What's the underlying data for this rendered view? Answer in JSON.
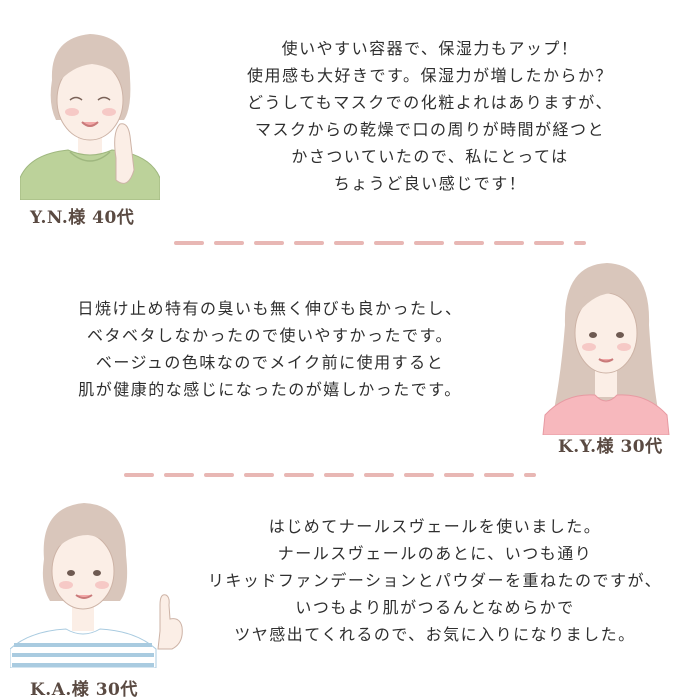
{
  "testimonials": [
    {
      "name": "Y.N.様 40代",
      "lines": [
        "使いやすい容器で、保湿力もアップ！",
        "使用感も大好きです。保湿力が増したからか？",
        "どうしてもマスクでの化粧よれはありますが、",
        "マスクからの乾燥で口の周りが時間が経つと",
        "かさついていたので、私にとっては",
        "ちょうど良い感じです！"
      ]
    },
    {
      "name": "K.Y.様 30代",
      "lines": [
        "日焼け止め特有の臭いも無く伸びも良かったし、",
        "ベタベタしなかったので使いやすかったです。",
        "ベージュの色味なのでメイク前に使用すると",
        "肌が健康的な感じになったのが嬉しかったです。"
      ]
    },
    {
      "name": "K.A.様 30代",
      "lines": [
        "はじめてナールスヴェールを使いました。",
        "ナールスヴェールのあとに、いつも通り",
        "リキッドファンデーションとパウダーを重ねたのですが、",
        "いつもより肌がつるんとなめらかで",
        "ツヤ感出てくれるので、お気に入りになりました。"
      ]
    }
  ],
  "colors": {
    "divider": "#e8b7b4",
    "name_text": "#5a4a42",
    "hair": "#d9c6bb",
    "skin": "#fbeee6",
    "cheek": "#f6c9c6",
    "top_green": "#bcd29a",
    "top_pink": "#f7b8bd",
    "top_stripe": "#a9cbe0"
  },
  "icons": [
    "woman-green-top-illustration",
    "woman-pink-top-illustration",
    "woman-striped-top-illustration"
  ]
}
